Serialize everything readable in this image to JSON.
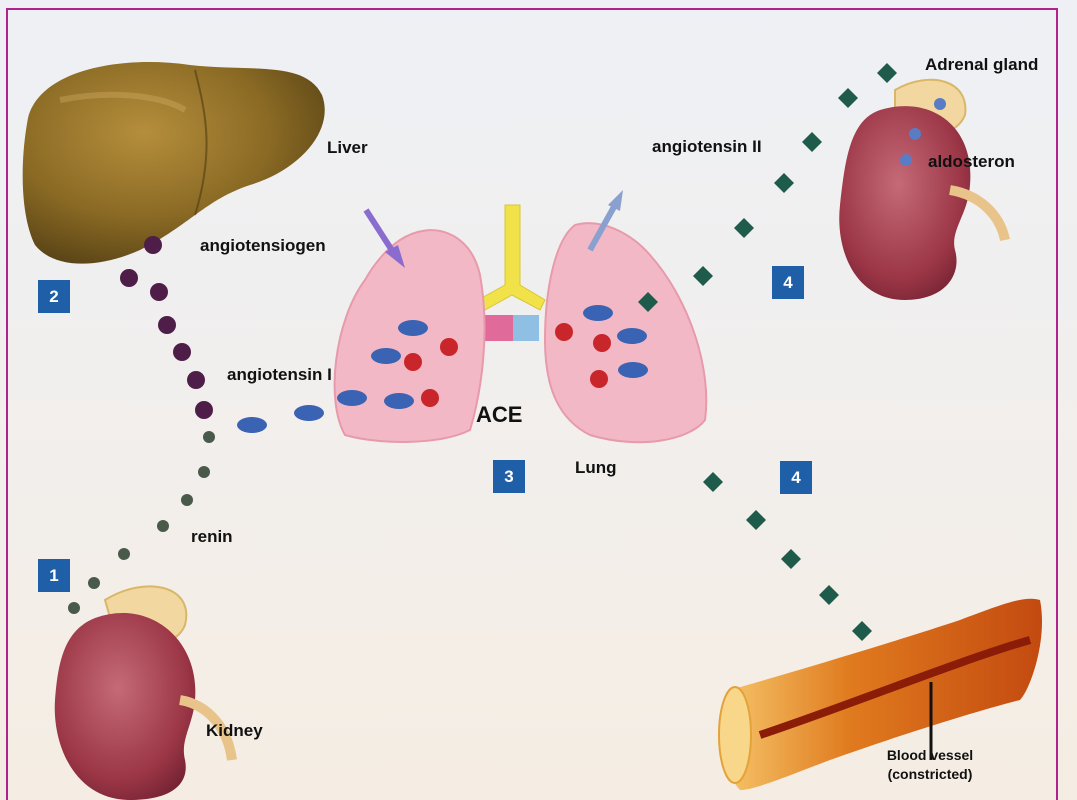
{
  "labels": {
    "liver": "Liver",
    "angiotensiogen": "angiotensiogen",
    "angiotensin_i": "angiotensin I",
    "renin": "renin",
    "kidney": "Kidney",
    "ace": "ACE",
    "lung": "Lung",
    "angiotensin_ii": "angiotensin II",
    "adrenal_gland": "Adrenal gland",
    "aldosteron": "aldosteron",
    "blood_vessel": "Blood vessel",
    "constricted": "(constricted)"
  },
  "steps": [
    "1",
    "2",
    "3",
    "4",
    "4"
  ],
  "colors": {
    "frame": "#b0238d",
    "step_box": "#1f5fa8",
    "renin_dot": "#4a5a4a",
    "angiotensinogen_dot": "#4e1e48",
    "angiotensin_i_oval": "#3b63b3",
    "angiotensin_ii_diamond": "#1f5b4a",
    "ace_dot": "#c8262a"
  }
}
